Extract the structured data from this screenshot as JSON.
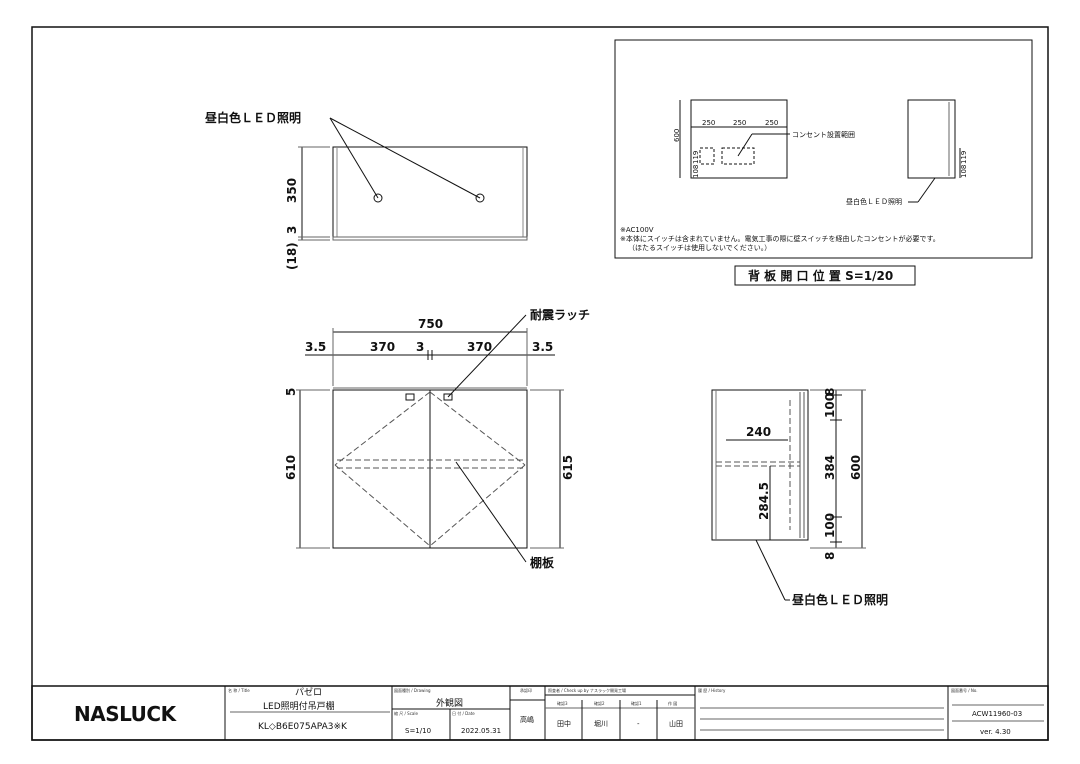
{
  "drawing": {
    "top_view": {
      "led_label": "昼白色ＬＥＤ照明",
      "dims": [
        "350",
        "3",
        "(18)"
      ]
    },
    "front_view": {
      "overall_width": "750",
      "width_parts": [
        "3.5",
        "370",
        "3",
        "370",
        "3.5"
      ],
      "left_dims": [
        "5",
        "610"
      ],
      "right_dim": "615",
      "latch_label": "耐震ラッチ",
      "shelf_label": "棚板"
    },
    "side_view": {
      "dims": [
        "8",
        "100",
        "384",
        "100",
        "8"
      ],
      "overall_height": "600",
      "shelf_depth": "240",
      "shelf_height": "284.5",
      "led_label": "昼白色ＬＥＤ照明"
    },
    "back_panel": {
      "height": "600",
      "widths": [
        "250",
        "250",
        "250"
      ],
      "outlet_label": "コンセント設置範囲",
      "small_dims": [
        "119",
        "108"
      ],
      "side_dims": [
        "108",
        "119"
      ],
      "led_label": "昼白色ＬＥＤ照明",
      "notes": [
        "※AC100V",
        "※本体にスイッチは含まれていません。電気工事の際に壁スイッチを経由したコンセントが必要です。",
        "（ほたるスイッチは使用しないでください。）"
      ],
      "caption": "背 板 開 口 位 置 S=1/20"
    }
  },
  "title_block": {
    "logo": "NASLUCK",
    "title_label": "名 称 / Title",
    "series": "パゼロ",
    "product": "LED照明付吊戸棚",
    "model": "KL◇B6E075APA3※K",
    "drawing_label": "図面種別 / Drawing",
    "drawing_type": "外観図",
    "scale_label": "縮 尺 / Scale",
    "scale": "S=1/10",
    "date_label": "日 付 / Date",
    "date": "2022.05.31",
    "approval_label": "承認印",
    "approver": "高嶋",
    "check_label": "照査者 / Check up by ナスラック開発工場",
    "check_roles": [
      "確認3",
      "確認2",
      "確認1",
      "作 図"
    ],
    "check_names": [
      "田中",
      "堀川",
      "-",
      "山田"
    ],
    "history_label": "履 歴 / History",
    "number_label": "図面番号 / No.",
    "number": "ACW11960-03",
    "version": "ver. 4.30"
  }
}
